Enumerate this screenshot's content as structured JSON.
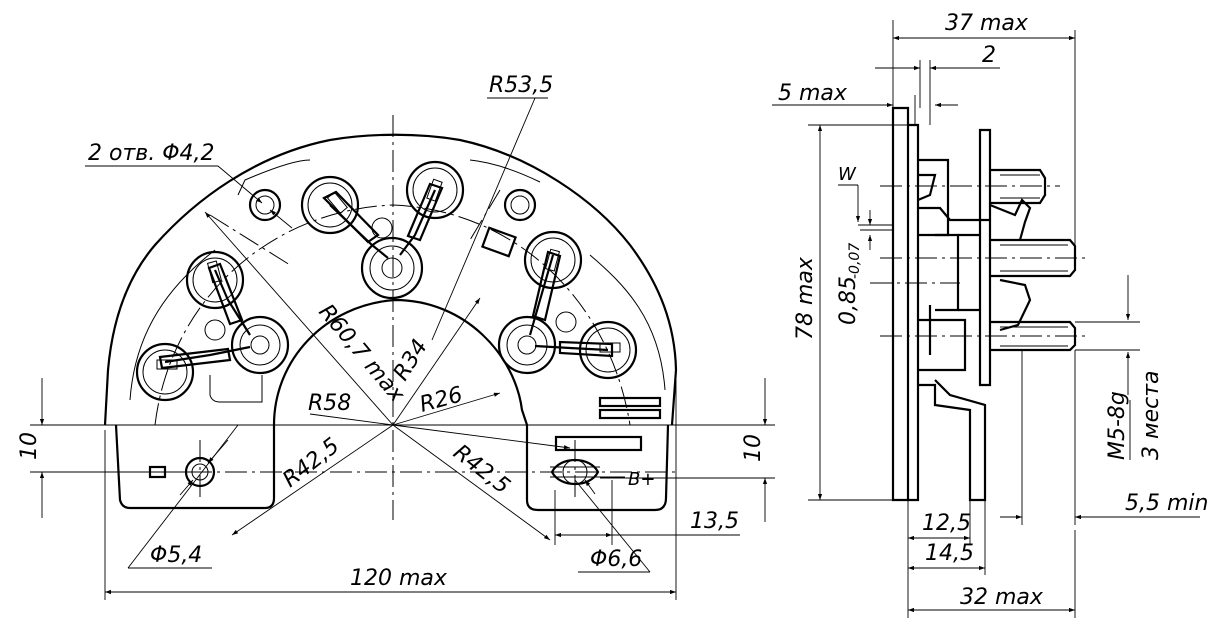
{
  "labels": {
    "holes": "2 отв. Φ4,2",
    "r53": "R53,5",
    "r60": "R60,7 max",
    "r34": "R34",
    "r26": "R26",
    "r58": "R58",
    "r42a": "R42,5",
    "r42b": "R42,5",
    "d54": "Φ5,4",
    "d66": "Φ6,6",
    "d135": "13,5",
    "bplus": "B+",
    "ten_left": "10",
    "ten_right": "10",
    "w120": "120 max",
    "w37": "37 max",
    "two": "2",
    "five": "5 max",
    "w_letter": "W",
    "thick085": "0,85",
    "tol": "-0,07",
    "h78": "78 max",
    "m5": "M5-8g",
    "places": "3 места",
    "min55": "5,5 min",
    "d125": "12,5",
    "d145": "14,5",
    "w32": "32 max"
  }
}
